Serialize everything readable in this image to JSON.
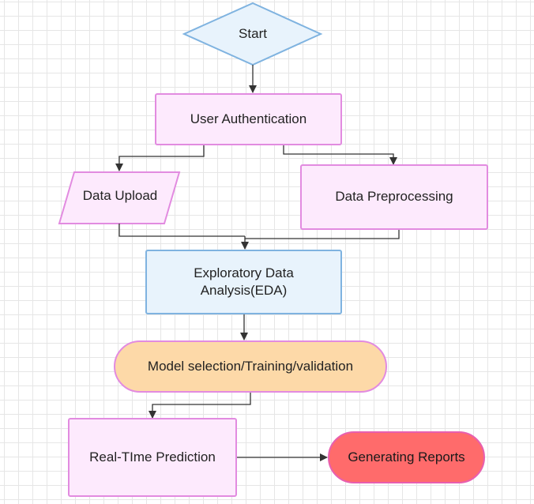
{
  "diagram": {
    "nodes": {
      "start": "Start",
      "auth": "User Authentication",
      "upload": "Data Upload",
      "preprocess": "Data Preprocessing",
      "eda": "Exploratory Data Analysis(EDA)",
      "model": "Model selection/Training/validation",
      "prediction": "Real-TIme Prediction",
      "reports": "Generating Reports"
    },
    "colors": {
      "grid": "#e6e6e6",
      "edge": "#333333",
      "pink_border": "#e28be0",
      "pink_fill": "#fdeafd",
      "blue_border": "#7fb3e0",
      "blue_fill": "#e8f3fc",
      "orange_fill": "#fdd9a8",
      "red_fill": "#ff6b6b"
    }
  }
}
